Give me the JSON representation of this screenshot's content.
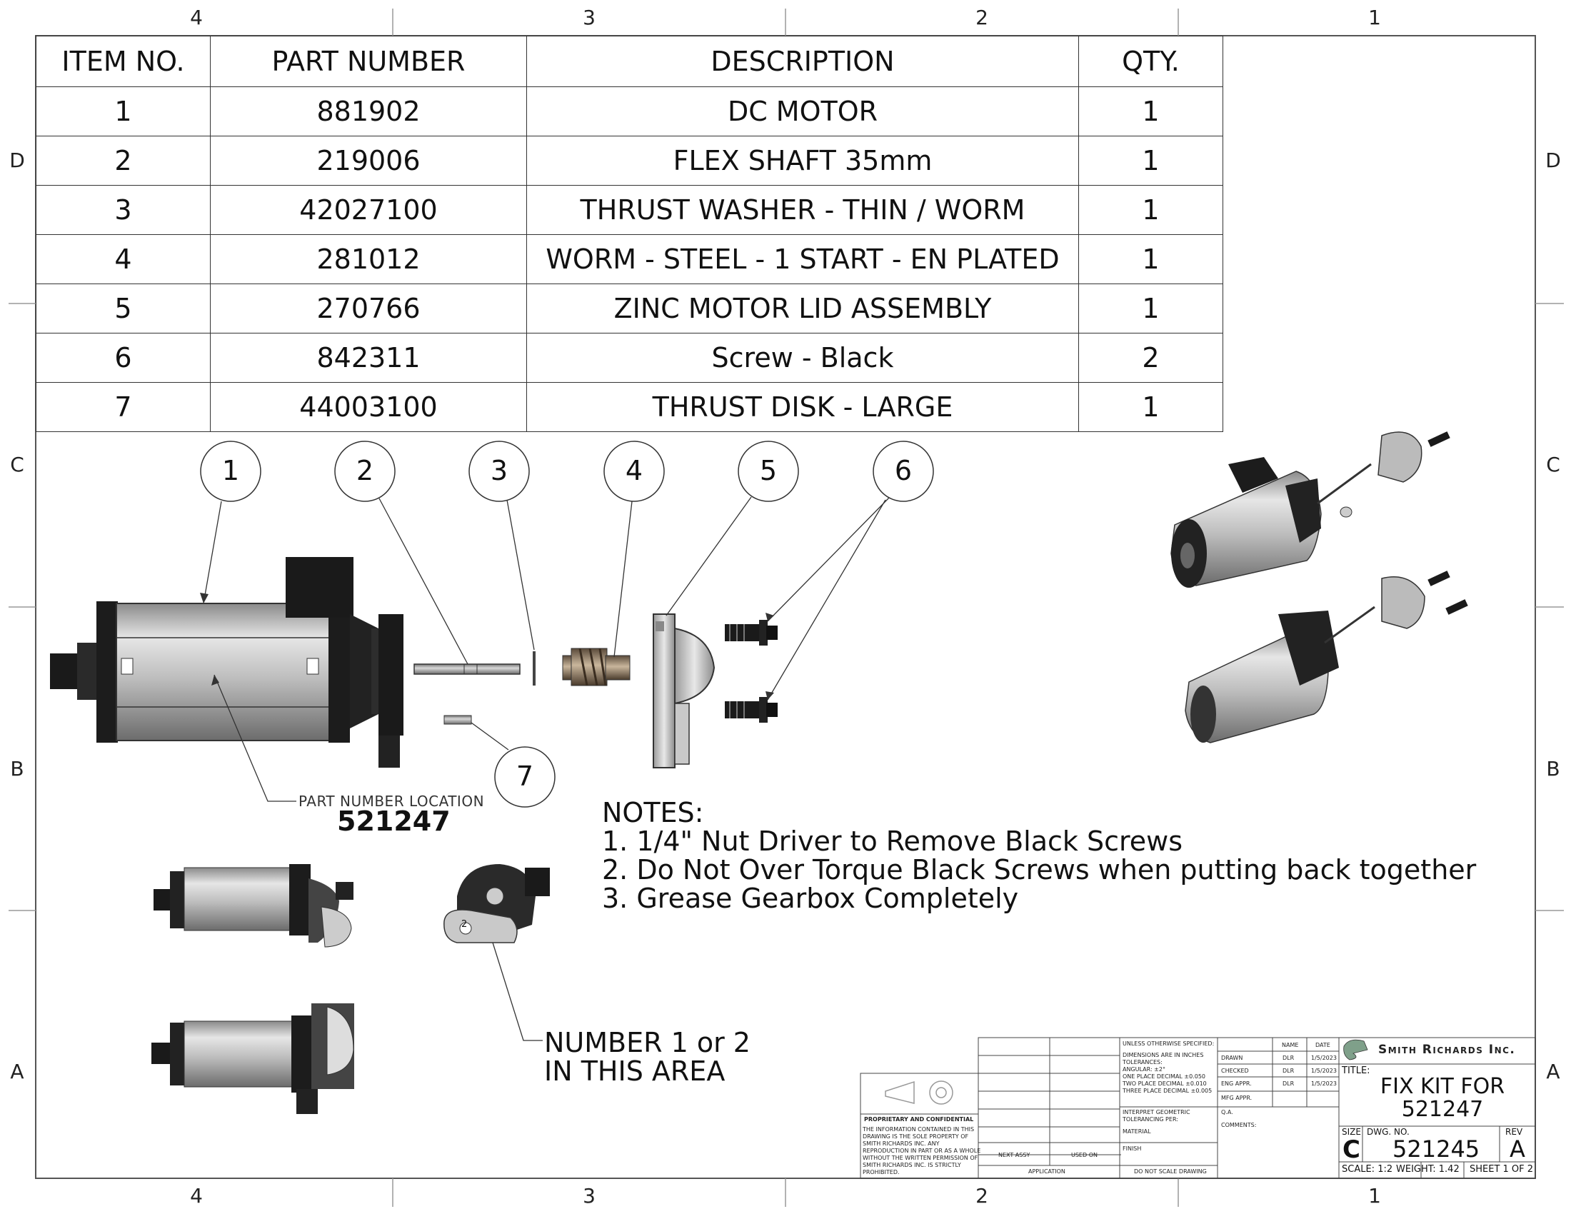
{
  "zones": {
    "columns": [
      "4",
      "3",
      "2",
      "1"
    ],
    "rows": [
      "D",
      "C",
      "B",
      "A"
    ]
  },
  "bom": {
    "headers": [
      "ITEM NO.",
      "PART NUMBER",
      "DESCRIPTION",
      "QTY."
    ],
    "rows": [
      {
        "item": "1",
        "part": "881902",
        "desc": "DC MOTOR",
        "qty": "1"
      },
      {
        "item": "2",
        "part": "219006",
        "desc": "FLEX SHAFT 35mm",
        "qty": "1"
      },
      {
        "item": "3",
        "part": "42027100",
        "desc": "THRUST WASHER - THIN / WORM",
        "qty": "1"
      },
      {
        "item": "4",
        "part": "281012",
        "desc": "WORM - STEEL - 1 START - EN PLATED",
        "qty": "1"
      },
      {
        "item": "5",
        "part": "270766",
        "desc": "ZINC MOTOR LID ASSEMBLY",
        "qty": "1"
      },
      {
        "item": "6",
        "part": "842311",
        "desc": "Screw - Black",
        "qty": "2"
      },
      {
        "item": "7",
        "part": "44003100",
        "desc": "THRUST DISK - LARGE",
        "qty": "1"
      }
    ]
  },
  "balloons": [
    "1",
    "2",
    "3",
    "4",
    "5",
    "6",
    "7"
  ],
  "part_number_location": {
    "label": "PART NUMBER LOCATION",
    "value": "521247"
  },
  "notes": {
    "heading": "NOTES:",
    "items": [
      "1. 1/4\" Nut Driver to Remove Black Screws",
      "2. Do Not Over Torque Black Screws when putting back together",
      "3. Grease Gearbox Completely"
    ]
  },
  "number_area": {
    "line1": "NUMBER 1 or 2",
    "line2": "IN THIS AREA"
  },
  "view_label_number": "2",
  "title_block": {
    "company": "Smith Richards Inc.",
    "title_label": "TITLE:",
    "title_line1": "FIX KIT FOR",
    "title_line2": "521247",
    "size_label": "SIZE",
    "size": "C",
    "dwg_label": "DWG. NO.",
    "dwg_no": "521245",
    "rev_label": "REV",
    "rev": "A",
    "scale": "SCALE: 1:2",
    "weight": "WEIGHT: 1.42",
    "sheet": "SHEET 1 OF 2",
    "tolerances": {
      "l1": "UNLESS OTHERWISE SPECIFIED:",
      "l2": "DIMENSIONS ARE IN INCHES",
      "l3": "TOLERANCES:",
      "l4": "ANGULAR: ±2°",
      "l5": "ONE PLACE DECIMAL   ±0.050",
      "l6": "TWO PLACE DECIMAL   ±0.010",
      "l7": "THREE PLACE DECIMAL  ±0.005",
      "l8": "INTERPRET GEOMETRIC",
      "l9": "TOLERANCING PER:",
      "l10": "MATERIAL",
      "l11": "FINISH",
      "l12": "DO NOT SCALE DRAWING"
    },
    "approvals": {
      "name_hdr": "NAME",
      "date_hdr": "DATE",
      "rows": [
        {
          "role": "DRAWN",
          "name": "DLR",
          "date": "1/5/2023"
        },
        {
          "role": "CHECKED",
          "name": "DLR",
          "date": "1/5/2023"
        },
        {
          "role": "ENG APPR.",
          "name": "DLR",
          "date": "1/5/2023"
        },
        {
          "role": "MFG APPR.",
          "name": "",
          "date": ""
        },
        {
          "role": "Q.A.",
          "name": "",
          "date": ""
        }
      ],
      "comments": "COMMENTS:"
    },
    "application": {
      "next_assy": "NEXT ASSY",
      "used_on": "USED ON",
      "label": "APPLICATION"
    },
    "proprietary": {
      "heading": "PROPRIETARY AND CONFIDENTIAL",
      "l1": "THE INFORMATION CONTAINED IN THIS",
      "l2": "DRAWING IS THE SOLE PROPERTY OF",
      "l3": "SMITH RICHARDS INC. ANY",
      "l4": "REPRODUCTION IN PART OR AS A WHOLE",
      "l5": "WITHOUT THE WRITTEN PERMISSION OF",
      "l6": "SMITH RICHARDS INC. IS STRICTLY",
      "l7": "PROHIBITED."
    }
  }
}
